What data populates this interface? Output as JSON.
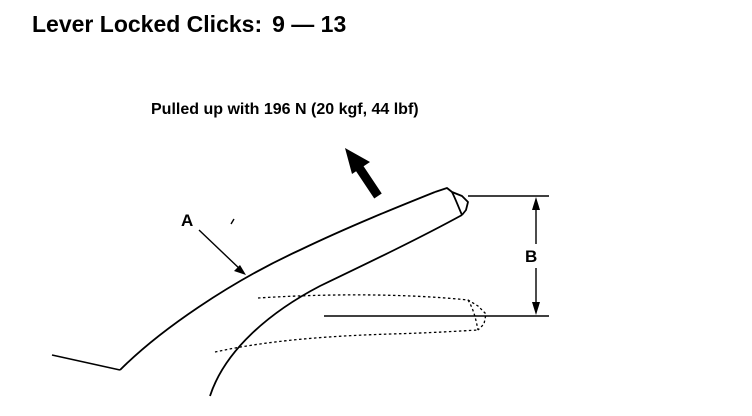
{
  "heading": {
    "label": "Lever Locked Clicks:",
    "value": "9 — 13"
  },
  "caption": "Pulled up with 196 N (20 kgf, 44 lbf)",
  "labels": {
    "a": "A",
    "b": "B"
  },
  "colors": {
    "ink": "#000000",
    "background": "#ffffff"
  }
}
